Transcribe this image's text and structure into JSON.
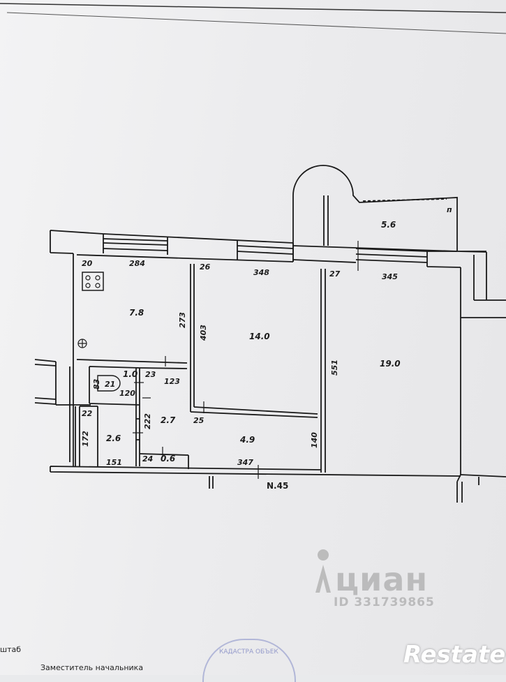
{
  "plan": {
    "rooms": [
      {
        "id": "kitchen",
        "area": "7.8"
      },
      {
        "id": "room-middle",
        "area": "14.0"
      },
      {
        "id": "room-right",
        "area": "19.0"
      },
      {
        "id": "balcony",
        "area": "5.6"
      },
      {
        "id": "hall",
        "area": "4.9"
      },
      {
        "id": "corridor",
        "area": "2.7"
      },
      {
        "id": "bathroom",
        "area": "2.6"
      },
      {
        "id": "toilet",
        "area": "1.0"
      },
      {
        "id": "storage",
        "area": "0.6"
      }
    ],
    "dimensions": [
      "20",
      "284",
      "26",
      "348",
      "27",
      "345",
      "273",
      "403",
      "551",
      "23",
      "123",
      "83",
      "120",
      "222",
      "25",
      "22",
      "172",
      "151",
      "24",
      "347",
      "140"
    ],
    "symbols": {
      "toilet_number": "21",
      "balcony_mark": "п"
    },
    "plan_number": "N.45"
  },
  "watermark": {
    "name": "циан",
    "id": "ID 331739865"
  },
  "footer": {
    "left_text": "штаб",
    "sub_text": "Заместитель начальника",
    "stamp_text": "КАДАСТРА ОБЪЕК"
  },
  "brand": {
    "name": "Restate"
  }
}
